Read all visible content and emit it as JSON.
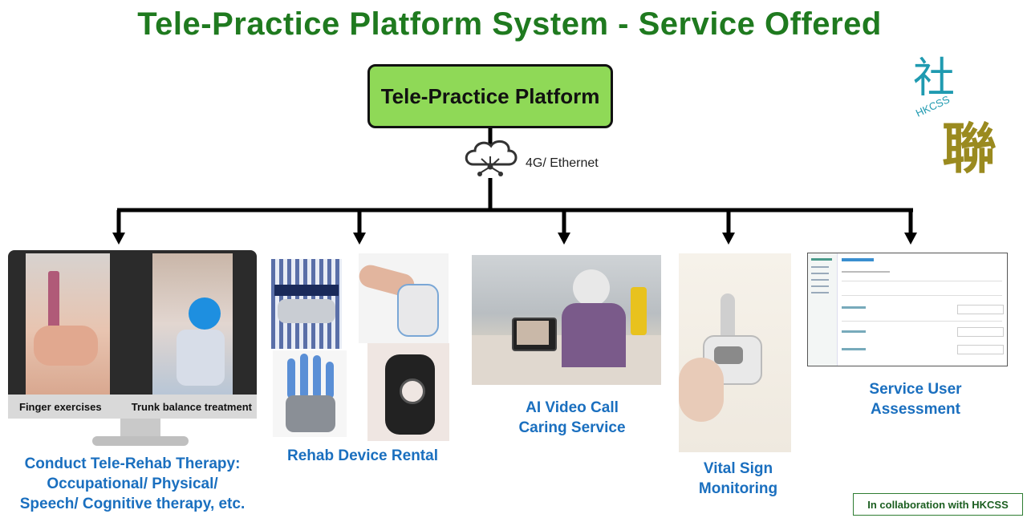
{
  "title": "Tele-Practice Platform System - Service Offered",
  "platform_label": "Tele-Practice Platform",
  "network_label": "4G/ Ethernet",
  "logo": {
    "chinese_1": "社",
    "chinese_2": "聯",
    "latin": "HKCSS"
  },
  "services": {
    "tele_rehab": {
      "caption_1": "Conduct Tele-Rehab Therapy:",
      "caption_2": "Occupational/ Physical/",
      "caption_3": "Speech/ Cognitive therapy, etc.",
      "label_left": "Finger exercises",
      "label_right": "Trunk balance treatment"
    },
    "device_rental": {
      "caption": "Rehab Device Rental"
    },
    "video_call": {
      "caption_1": "AI Video Call",
      "caption_2": "Caring Service"
    },
    "vital_sign": {
      "caption_1": "Vital Sign",
      "caption_2": "Monitoring"
    },
    "assessment": {
      "caption_1": "Service User",
      "caption_2": "Assessment"
    }
  },
  "collab_note": "In collaboration with HKCSS",
  "colors": {
    "title": "#1f7a1f",
    "platform_fill": "#8fd957",
    "caption": "#1a6fbf",
    "logo": "#1f9ab0",
    "logo_gold": "#9a8a1f"
  }
}
